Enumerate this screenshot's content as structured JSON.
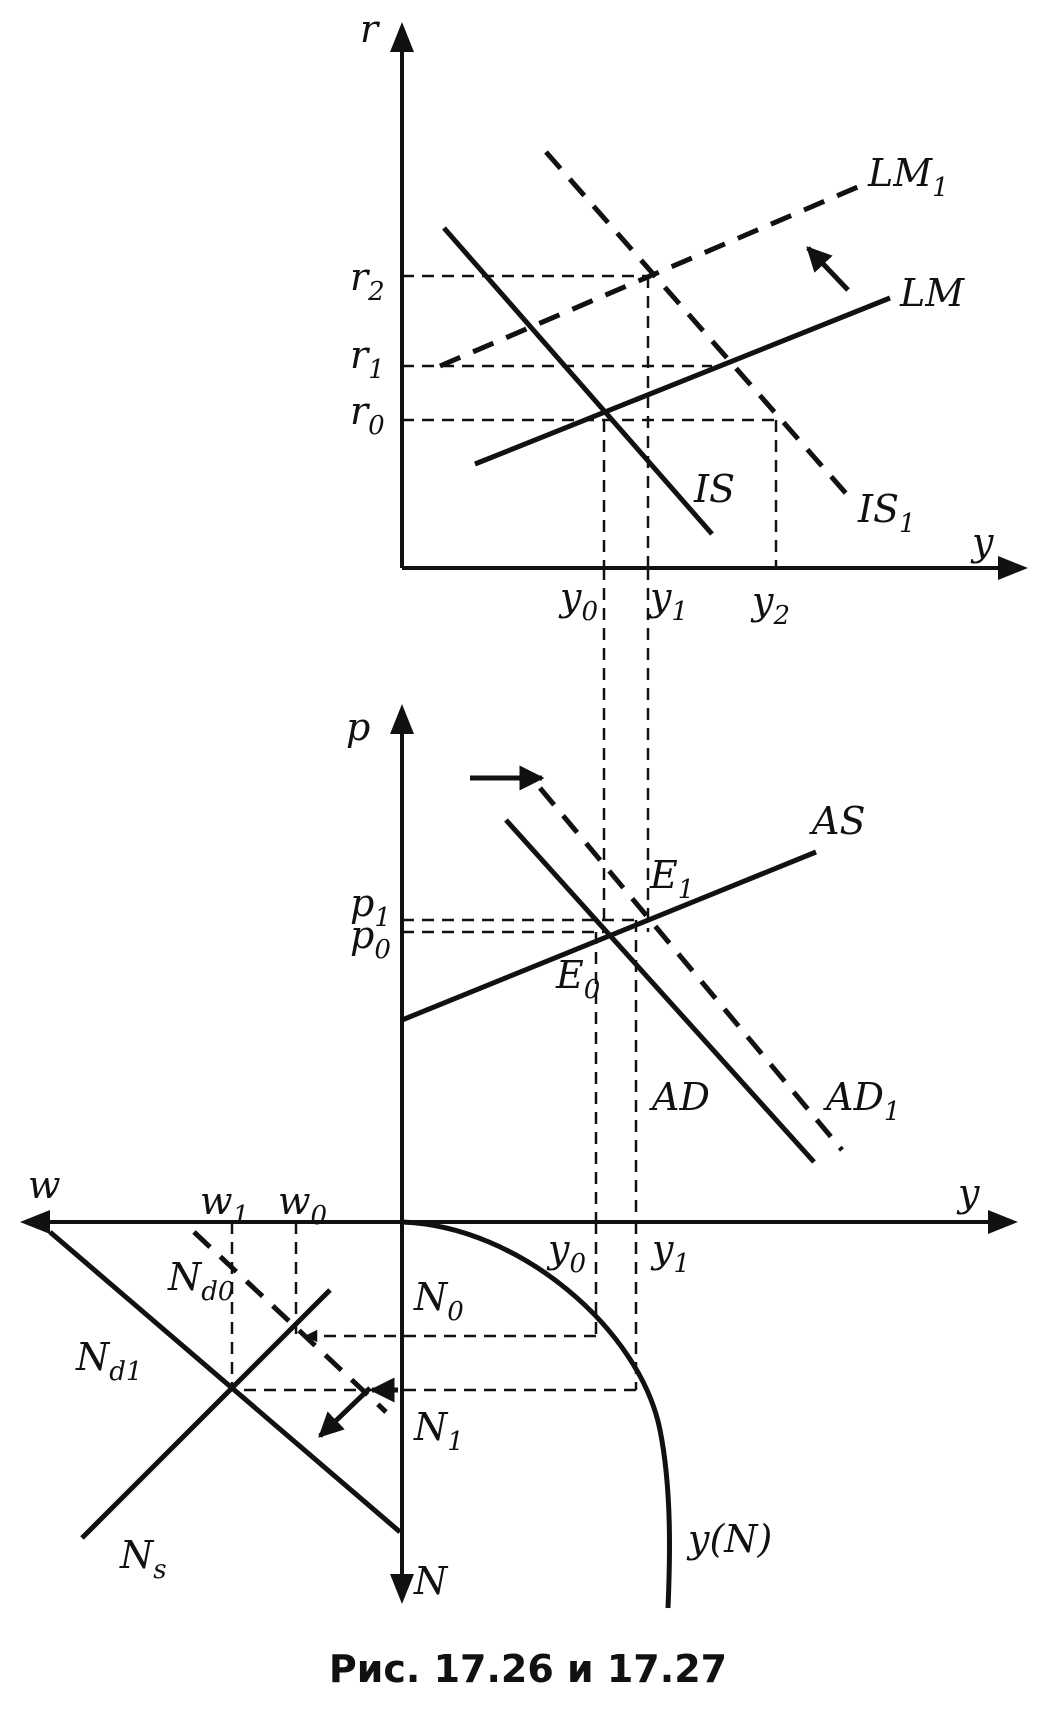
{
  "panel_top": {
    "axis_y": "r",
    "axis_x": "y",
    "r_ticks": {
      "r2": {
        "base": "r",
        "sub": "2"
      },
      "r1": {
        "base": "r",
        "sub": "1"
      },
      "r0": {
        "base": "r",
        "sub": "0"
      }
    },
    "y_ticks": {
      "y0": {
        "base": "y",
        "sub": "0"
      },
      "y1": {
        "base": "y",
        "sub": "1"
      },
      "y2": {
        "base": "y",
        "sub": "2"
      }
    },
    "curves": {
      "lm1": {
        "base": "LM",
        "sub": "1"
      },
      "lm": "LM",
      "is": "IS",
      "is1": {
        "base": "IS",
        "sub": "1"
      }
    }
  },
  "panel_middle": {
    "axis_y": "p",
    "axis_x": "y",
    "p_ticks": {
      "p1": {
        "base": "p",
        "sub": "1"
      },
      "p0": {
        "base": "p",
        "sub": "0"
      }
    },
    "points": {
      "e1": {
        "base": "E",
        "sub": "1"
      },
      "e0": {
        "base": "E",
        "sub": "0"
      }
    },
    "curves": {
      "as": "AS",
      "ad": "AD",
      "ad1": {
        "base": "AD",
        "sub": "1"
      }
    }
  },
  "panel_bottom": {
    "axis_left": "w",
    "axis_right": "y",
    "axis_down": "N",
    "w_ticks": {
      "w1": {
        "base": "w",
        "sub": "1"
      },
      "w0": {
        "base": "w",
        "sub": "0"
      }
    },
    "y_ticks": {
      "y0": {
        "base": "y",
        "sub": "0"
      },
      "y1": {
        "base": "y",
        "sub": "1"
      }
    },
    "n_ticks": {
      "n0": {
        "base": "N",
        "sub": "0"
      },
      "n1": {
        "base": "N",
        "sub": "1"
      }
    },
    "curves": {
      "nd0": {
        "base": "N",
        "sub": "d0"
      },
      "nd1": {
        "base": "N",
        "sub": "d1"
      },
      "ns": {
        "base": "N",
        "sub": "s"
      },
      "yn": "y(N)"
    }
  },
  "caption": "Рис. 17.26 и 17.27"
}
